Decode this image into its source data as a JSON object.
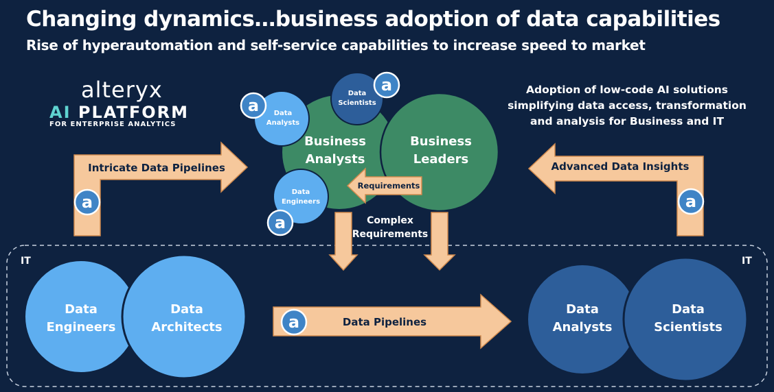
{
  "title": "Changing dynamics…business adoption of data capabilities",
  "subtitle": "Rise of hyperautomation and self-service capabilities to increase speed to market",
  "logo": {
    "word": "alteryx",
    "platform_ai": "AI",
    "platform_rest": " PLATFORM",
    "sub": "FOR ENTERPRISE ANALYTICS"
  },
  "right_note": "Adoption of low-code AI solutions simplifying data access, transformation and analysis for Business and IT",
  "arrows": {
    "intricate": "Intricate Data Pipelines",
    "advanced": "Advanced Data Insights",
    "requirements": "Requirements",
    "complex_1": "Complex",
    "complex_2": "Requirements",
    "pipelines": "Data Pipelines"
  },
  "business": {
    "analysts_1": "Business",
    "analysts_2": "Analysts",
    "leaders_1": "Business",
    "leaders_2": "Leaders",
    "small_analysts_1": "Data",
    "small_analysts_2": "Analysts",
    "small_scientists_1": "Data",
    "small_scientists_2": "Scientists",
    "small_engineers_1": "Data",
    "small_engineers_2": "Engineers"
  },
  "it_left": {
    "label": "IT",
    "engineers_1": "Data",
    "engineers_2": "Engineers",
    "architects_1": "Data",
    "architects_2": "Architects"
  },
  "it_right": {
    "label": "IT",
    "analysts_1": "Data",
    "analysts_2": "Analysts",
    "scientists_1": "Data",
    "scientists_2": "Scientists"
  },
  "badge_letter": "a",
  "colors": {
    "background": "#0e2240",
    "arrow_fill": "#f6c89c",
    "arrow_stroke": "#d08a4e",
    "light_blue": "#5eaef0",
    "mid_blue": "#2d5e9a",
    "green": "#3d8a65",
    "badge": "#3f84c6"
  }
}
